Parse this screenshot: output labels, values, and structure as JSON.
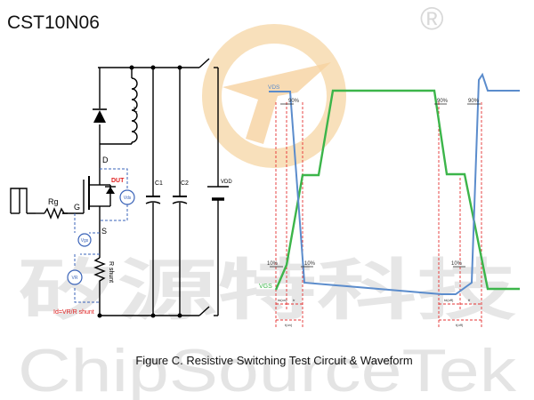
{
  "header": {
    "part_number": "CST10N06"
  },
  "watermark": {
    "registered_mark": "®",
    "chinese_text": "矽源特科技",
    "latin_text": "ChipSourceTek",
    "logo_color": "#f3c27a",
    "text_color": "#e2e2e2"
  },
  "circuit": {
    "labels": {
      "inductor": "L",
      "drain": "D",
      "dut": "DUT",
      "vds_meter": "Vds",
      "gate": "G",
      "rg": "Rg",
      "source": "S",
      "vgs_meter": "Vgs",
      "vr_meter": "VR",
      "rshunt": "R shunt",
      "id_formula": "Id=VR/R shunt",
      "c1": "C1",
      "c2": "C2",
      "vdd": "VDD"
    },
    "colors": {
      "wire": "#000000",
      "meter": "#3a63b8",
      "dut": "#e02020"
    }
  },
  "waveform": {
    "labels": {
      "vds": "VDS",
      "vgs": "VGS",
      "p90_a": "90%",
      "p90_b": "90%",
      "p90_c": "90%",
      "p10_a": "10%",
      "p10_b": "10%",
      "p10_c": "10%",
      "td_on": "td(on)",
      "tr": "tr",
      "t_on": "t(on)",
      "td_off": "td(off)",
      "tf": "tf",
      "t_off": "t(off)"
    },
    "colors": {
      "vds": "#5b8ccc",
      "vgs": "#3cb54a",
      "marker": "#e53030"
    }
  },
  "caption": "Figure C.  Resistive Switching Test Circuit & Waveform"
}
